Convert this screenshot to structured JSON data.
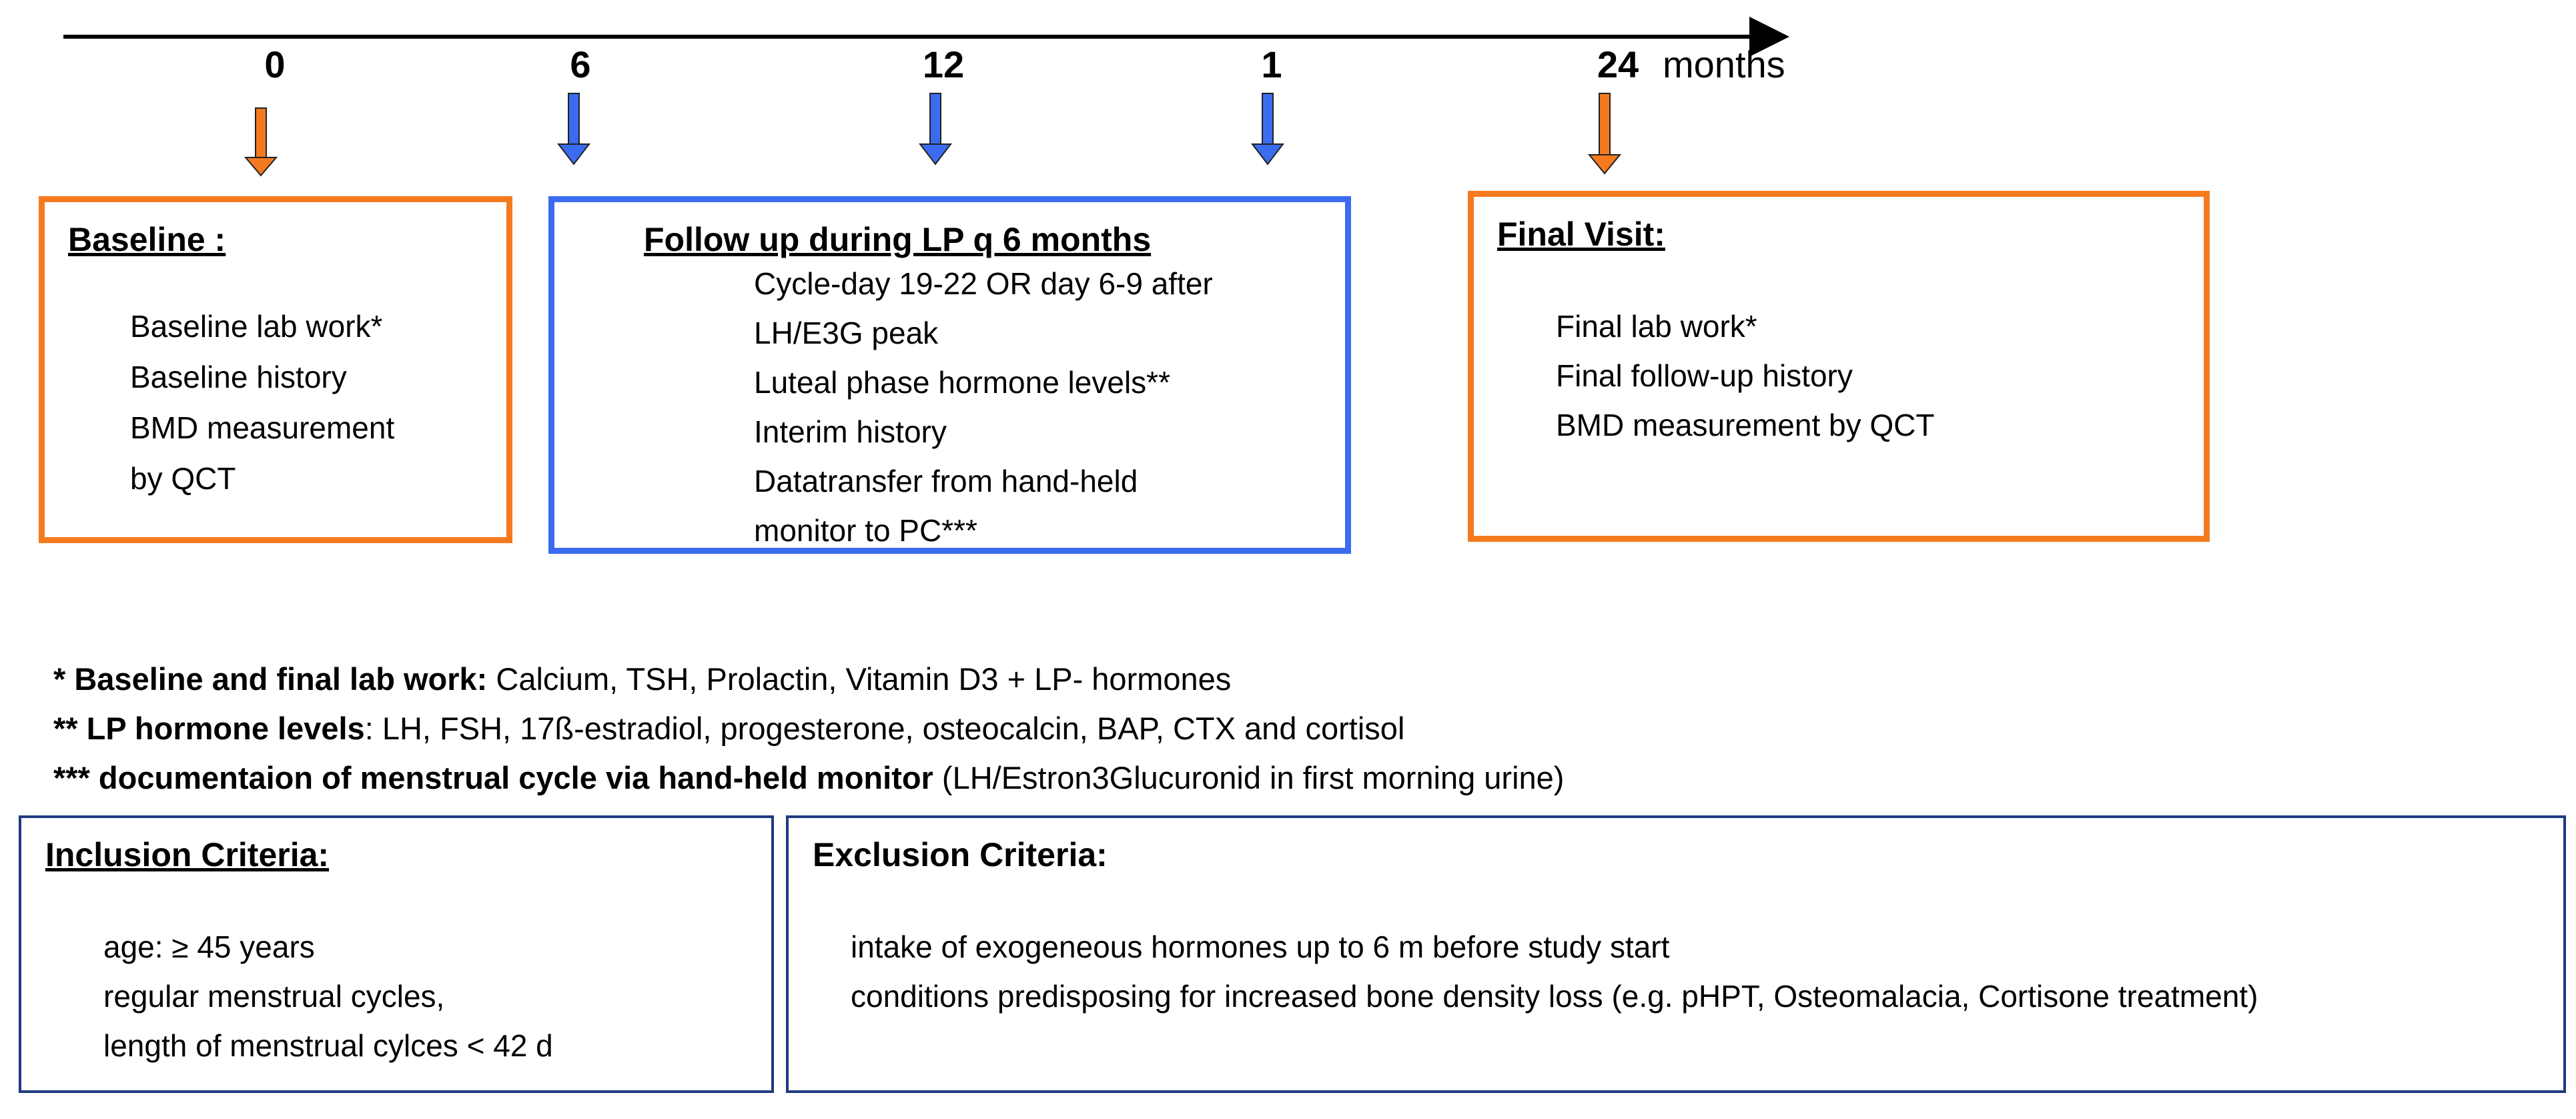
{
  "timeline": {
    "ticks": [
      "0",
      "6",
      "12",
      "1",
      "24"
    ],
    "unit": "months",
    "arrow_colors": [
      "#F47A20",
      "#3B6CF0",
      "#3B6CF0",
      "#3B6CF0",
      "#F47A20"
    ]
  },
  "baseline": {
    "title": "Baseline :",
    "items": [
      "Baseline lab work*",
      "Baseline history",
      "BMD measurement",
      "by QCT"
    ]
  },
  "followup": {
    "title": "Follow up during LP q 6 months",
    "items": [
      "Cycle-day 19-22 OR day 6-9 after",
      "LH/E3G peak",
      "Luteal phase hormone levels**",
      "Interim history",
      "Datatransfer from hand-held",
      "monitor to PC***"
    ]
  },
  "final": {
    "title": "Final Visit:",
    "items": [
      "Final lab work*",
      "Final follow-up history",
      "BMD measurement by QCT"
    ]
  },
  "notes": [
    {
      "bold": "* Baseline and final lab work:",
      "text": " Calcium, TSH, Prolactin, Vitamin D3 + LP- hormones"
    },
    {
      "bold": "** LP hormone levels",
      "text": ": LH, FSH, 17ß-estradiol, progesterone, osteocalcin, BAP, CTX and cortisol"
    },
    {
      "bold": "*** documentaion of menstrual cycle via hand-held monitor",
      "text": " (LH/Estron3Glucuronid in first morning urine)"
    }
  ],
  "inclusion": {
    "title": "Inclusion Criteria:",
    "items": [
      "age: ≥ 45 years",
      "regular menstrual cycles,",
      "length of menstrual cylces < 42 d"
    ]
  },
  "exclusion": {
    "title": "Exclusion Criteria:",
    "items": [
      "intake of exogeneous hormones up to 6 m before study start",
      "conditions predisposing for increased bone density loss (e.g. pHPT, Osteomalacia, Cortisone treatment)"
    ]
  },
  "colors": {
    "orange": "#F47A20",
    "blue": "#3B6CF0",
    "navy": "#1F3A80"
  }
}
